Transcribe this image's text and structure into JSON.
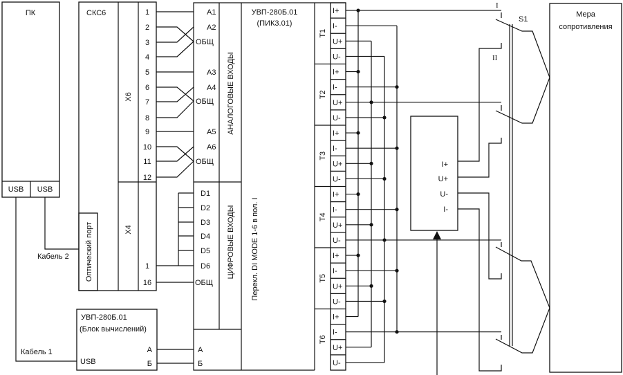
{
  "pc": {
    "title": "ПК",
    "usb1": "USB",
    "usb2": "USB"
  },
  "cables": {
    "cable1": "Кабель 1",
    "cable2": "Кабель 2"
  },
  "sks6": {
    "title": "СКС6",
    "x6": "Х6",
    "x4": "Х4",
    "optical_port": "Оптический порт",
    "x6_pins": [
      "1",
      "2",
      "3",
      "4",
      "5",
      "6",
      "7",
      "8",
      "9",
      "10",
      "11",
      "12"
    ],
    "x4_pins": [
      "1",
      "16"
    ]
  },
  "uvp_main": {
    "title": "УВП-280Б.01",
    "subtitle": "(ПИК3.01)",
    "analog_section": "АНАЛОГОВЫЕ  ВХОДЫ",
    "digital_section": "ЦИФРОВЫЕ  ВХОДЫ",
    "switch_note": "Перекл. DI MODE 1-6 в пол. I",
    "analog_inputs": [
      "A1",
      "A2",
      "ОБЩ",
      "A3",
      "A4",
      "ОБЩ",
      "A5",
      "A6",
      "ОБЩ"
    ],
    "digital_inputs": [
      "D1",
      "D2",
      "D3",
      "D4",
      "D5",
      "D6",
      "ОБЩ"
    ],
    "bus_a": "А",
    "bus_b": "Б",
    "channels": [
      "T1",
      "T2",
      "T3",
      "T4",
      "T5",
      "T6"
    ],
    "terminals": [
      "I+",
      "I-",
      "U+",
      "U-"
    ]
  },
  "uvp_calc": {
    "title": "УВП-280Б.01",
    "subtitle": "(Блок вычислений)",
    "a": "А",
    "b": "Б",
    "usb": "USB"
  },
  "meter": {
    "i_plus": "I+",
    "u_plus": "U+",
    "u_minus": "U-",
    "i_minus": "I-"
  },
  "switch": {
    "name": "S1",
    "pos1": "I",
    "pos2": "II"
  },
  "resistance": {
    "line1": "Мера",
    "line2": "сопротивления"
  }
}
